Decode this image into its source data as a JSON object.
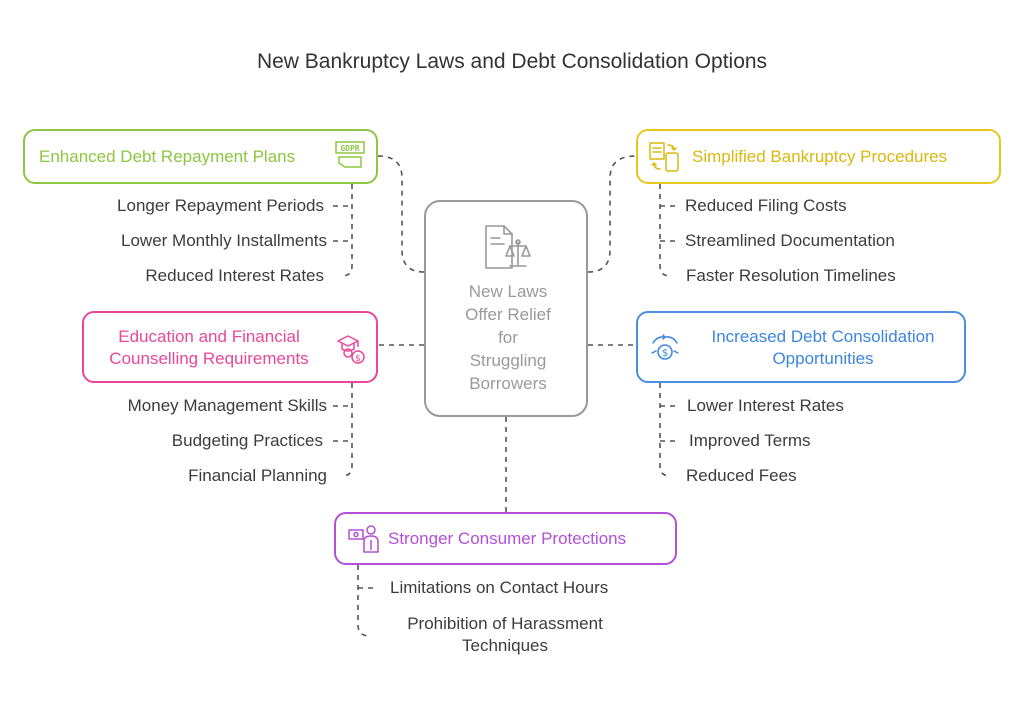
{
  "title": "New Bankruptcy Laws and Debt Consolidation Options",
  "center": {
    "lines": [
      "New Laws",
      "Offer Relief",
      "for",
      "Struggling",
      "Borrowers"
    ],
    "icon": "law-document-scale-icon"
  },
  "branches": {
    "repayment": {
      "label": "Enhanced Debt Repayment Plans",
      "icon": "gdpr-document-icon",
      "color": "#8dc63f",
      "items": [
        "Longer Repayment Periods",
        "Lower Monthly Installments",
        "Reduced Interest Rates"
      ]
    },
    "education": {
      "label_lines": [
        "Education and Financial",
        "Counselling Requirements"
      ],
      "icon": "graduate-money-icon",
      "color": "#e8479a",
      "items": [
        "Money Management Skills",
        "Budgeting Practices",
        "Financial Planning"
      ]
    },
    "bankruptcy": {
      "label": "Simplified Bankruptcy Procedures",
      "icon": "document-transfer-icon",
      "color": "#e6c722",
      "items": [
        "Reduced Filing Costs",
        "Streamlined Documentation",
        "Faster Resolution Timelines"
      ]
    },
    "consolidation": {
      "label_lines": [
        "Increased Debt Consolidation",
        "Opportunities"
      ],
      "icon": "money-exchange-icon",
      "color": "#4a8fe0",
      "items": [
        "Lower Interest Rates",
        "Improved Terms",
        "Reduced Fees"
      ]
    },
    "protection": {
      "label": "Stronger Consumer Protections",
      "icon": "person-money-icon",
      "color": "#b44fd8",
      "items": [
        "Limitations on Contact Hours",
        "Prohibition of Harassment",
        "Techniques"
      ]
    }
  }
}
